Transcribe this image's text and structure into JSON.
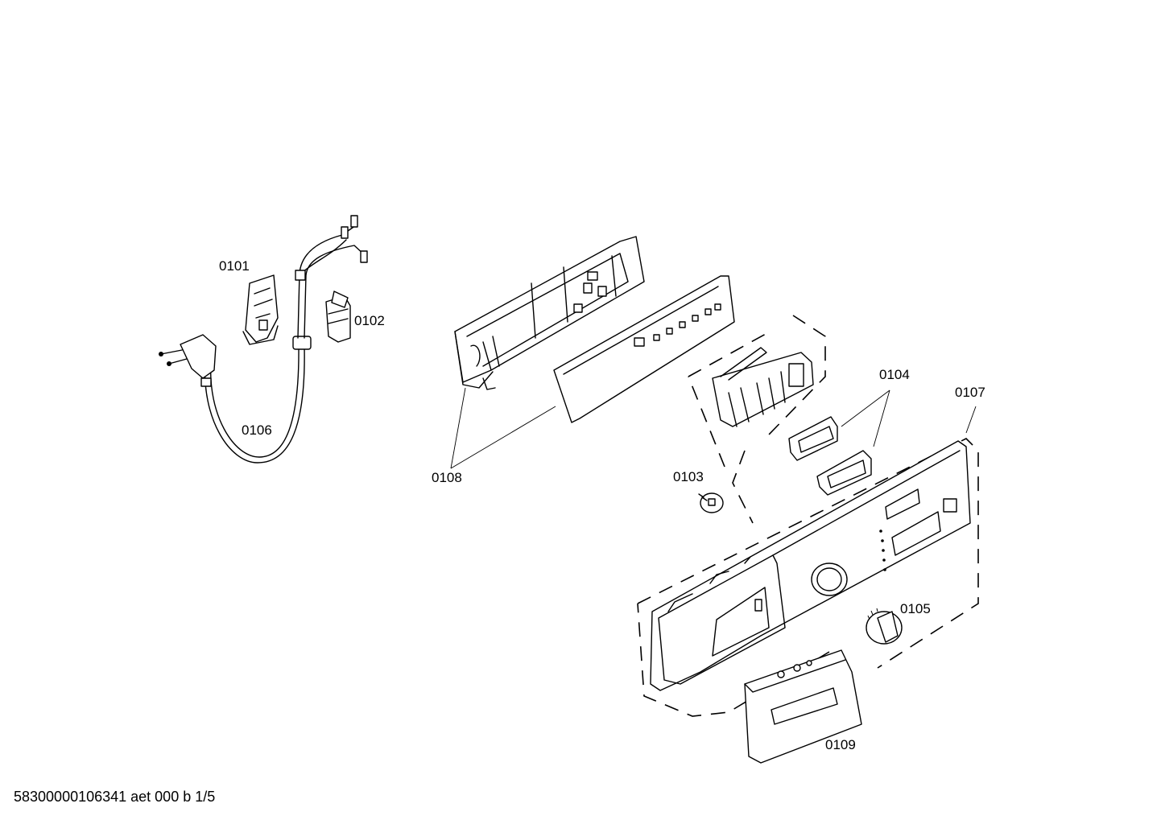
{
  "parts": [
    {
      "id": "0101",
      "icon": "mounting-bracket"
    },
    {
      "id": "0102",
      "icon": "interference-filter"
    },
    {
      "id": "0103",
      "icon": "knob-spindle"
    },
    {
      "id": "0104",
      "icon": "push-button"
    },
    {
      "id": "0105",
      "icon": "selector-knob"
    },
    {
      "id": "0106",
      "icon": "mains-cable-plug"
    },
    {
      "id": "0107",
      "icon": "control-panel-fascia"
    },
    {
      "id": "0108",
      "icon": "control-module-housing"
    },
    {
      "id": "0109",
      "icon": "detergent-drawer-handle"
    }
  ],
  "footer": "58300000106341 aet 000 b 1/5"
}
